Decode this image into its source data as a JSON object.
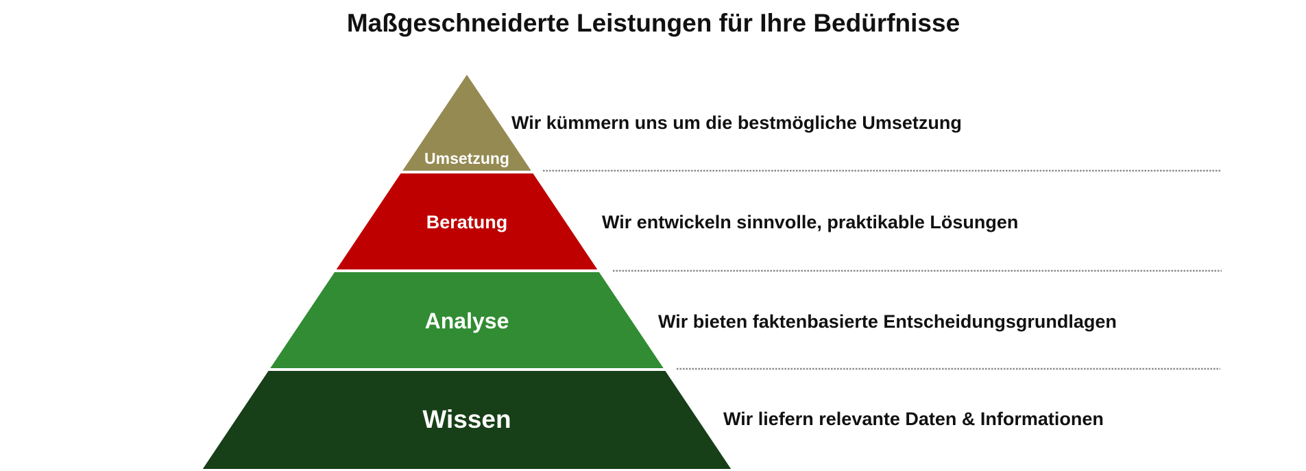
{
  "title": "Maßgeschneiderte Leistungen für Ihre Bedürfnisse",
  "levels": [
    {
      "label": "Umsetzung",
      "description": "Wir kümmern uns um die bestmögliche Umsetzung",
      "color": "#958A52"
    },
    {
      "label": "Beratung",
      "description": "Wir entwickeln sinnvolle, praktikable Lösungen",
      "color": "#BF0000"
    },
    {
      "label": "Analyse",
      "description": "Wir bieten faktenbasierte Entscheidungsgrundlagen",
      "color": "#318C33"
    },
    {
      "label": "Wissen",
      "description": "Wir liefern relevante Daten & Informationen",
      "color": "#173F18"
    }
  ]
}
